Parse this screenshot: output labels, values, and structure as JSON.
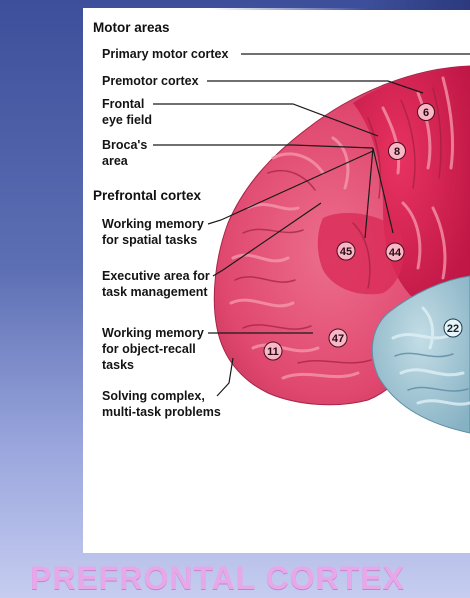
{
  "page": {
    "title": "PREFRONTAL CORTEX"
  },
  "diagram": {
    "motor_header": "Motor areas",
    "motor_labels": {
      "primary": "Primary motor cortex",
      "premotor": "Premotor cortex",
      "frontal_eye_line1": "Frontal",
      "frontal_eye_line2": "eye field",
      "broca_line1": "Broca's",
      "broca_line2": "area"
    },
    "prefrontal_header": "Prefrontal cortex",
    "prefrontal_labels": {
      "spatial_line1": "Working memory",
      "spatial_line2": "for spatial tasks",
      "executive_line1": "Executive area for",
      "executive_line2": "task management",
      "object_line1": "Working memory",
      "object_line2": "for  object-recall",
      "object_line3": "tasks",
      "complex_line1": "Solving complex,",
      "complex_line2": "multi-task problems"
    },
    "area_numbers": {
      "a6": "6",
      "a8": "8",
      "a45": "45",
      "a44": "44",
      "a47": "47",
      "a11": "11",
      "a22": "22"
    },
    "colors": {
      "prefrontal": "#e0486f",
      "motor": "#d11a4d",
      "temporal": "#9fc3d2",
      "title": "#e7a8ea"
    }
  }
}
